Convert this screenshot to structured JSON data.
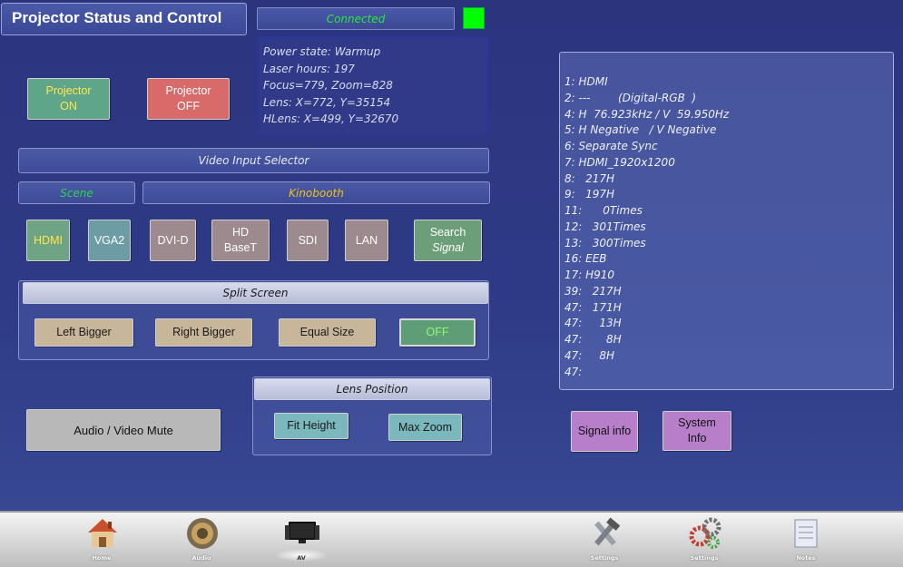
{
  "title": "Projector Status and Control",
  "connection": {
    "label": "Connected",
    "led_color": "#00ff00"
  },
  "status_lines": [
    "Power state: Warmup",
    "Laser hours: 197",
    "Focus=779, Zoom=828",
    "Lens: X=772, Y=35154",
    "HLens: X=499, Y=32670"
  ],
  "projector_on": {
    "line1": "Projector",
    "line2": "ON"
  },
  "projector_off": {
    "line1": "Projector",
    "line2": "OFF"
  },
  "video_input_selector": "Video Input Selector",
  "scene_label": "Scene",
  "scene_value": "Kinobooth",
  "inputs": {
    "hdmi": "HDMI",
    "vga2": "VGA2",
    "dvid": "DVI-D",
    "hdbaset_1": "HD",
    "hdbaset_2": "BaseT",
    "sdi": "SDI",
    "lan": "LAN",
    "search_1": "Search",
    "search_2": "Signal"
  },
  "split_screen": {
    "title": "Split Screen",
    "left": "Left Bigger",
    "right": "Right Bigger",
    "equal": "Equal Size",
    "off": "OFF"
  },
  "audio_video_mute": "Audio / Video Mute",
  "lens_position": {
    "title": "Lens Position",
    "fit_height": "Fit Height",
    "max_zoom": "Max Zoom"
  },
  "signal_info_lines": [
    "1: HDMI",
    "2: ---        (Digital-RGB  )",
    "4: H  76.923kHz / V  59.950Hz",
    "5: H Negative   / V Negative",
    "6: Separate Sync",
    "7: HDMI_1920x1200",
    "8:   217H",
    "9:   197H",
    "11:      0Times",
    "12:   301Times",
    "13:   300Times",
    "16: EEB",
    "17: H910",
    "39:   217H",
    "47:   171H",
    "47:     13H",
    "47:       8H",
    "47:     8H",
    "47:"
  ],
  "signal_info_button": "Signal info",
  "system_info_button": {
    "line1": "System",
    "line2": "Info"
  },
  "dock": {
    "home": "Home",
    "audio": "Audio",
    "av": "AV",
    "settings1": "Settings",
    "settings2": "Settings",
    "notes": "Notes"
  }
}
